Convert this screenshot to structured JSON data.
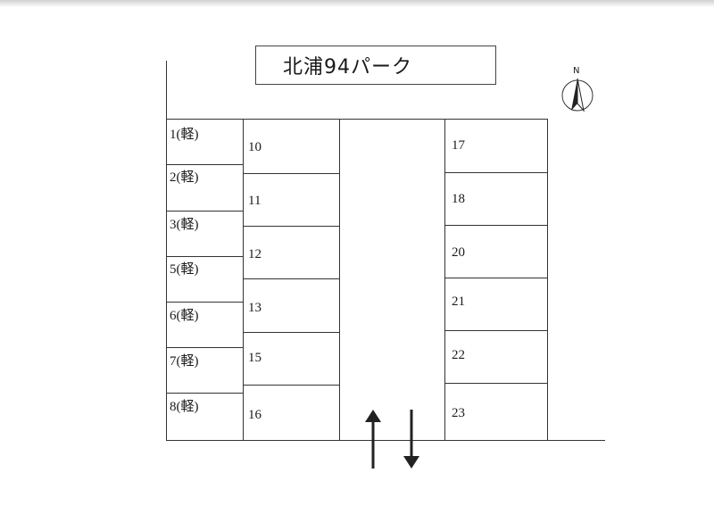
{
  "title": "北浦94パーク",
  "compass": {
    "label": "N",
    "icon": "north-arrow-icon"
  },
  "left_column": [
    {
      "label": "1(軽)"
    },
    {
      "label": "2(軽)"
    },
    {
      "label": "3(軽)"
    },
    {
      "label": "5(軽)"
    },
    {
      "label": "6(軽)"
    },
    {
      "label": "7(軽)"
    },
    {
      "label": "8(軽)"
    }
  ],
  "middle_column": [
    {
      "label": "10"
    },
    {
      "label": "11"
    },
    {
      "label": "12"
    },
    {
      "label": "13"
    },
    {
      "label": "15"
    },
    {
      "label": "16"
    }
  ],
  "right_column": [
    {
      "label": "17"
    },
    {
      "label": "18"
    },
    {
      "label": "20"
    },
    {
      "label": "21"
    },
    {
      "label": "22"
    },
    {
      "label": "23"
    }
  ],
  "entrance_arrows": {
    "in_icon": "arrow-up-icon",
    "out_icon": "arrow-down-icon"
  }
}
